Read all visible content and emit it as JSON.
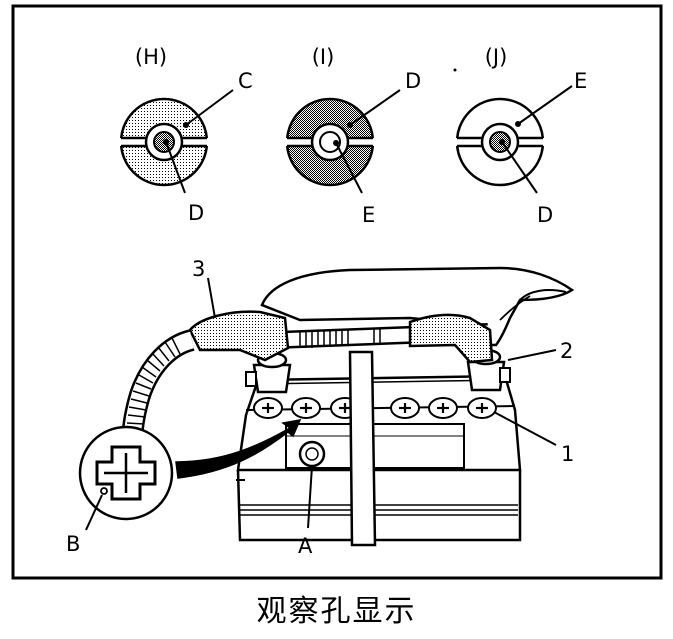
{
  "caption": "观察孔显示",
  "indicators": [
    {
      "case": "(H)",
      "outer": "C",
      "inner": "D"
    },
    {
      "case": "(I)",
      "outer": "D",
      "inner": "E"
    },
    {
      "case": "(J)",
      "outer": "E",
      "inner": "D"
    }
  ],
  "callouts": {
    "one": "1",
    "two": "2",
    "three": "3",
    "a": "A",
    "b": "B"
  }
}
